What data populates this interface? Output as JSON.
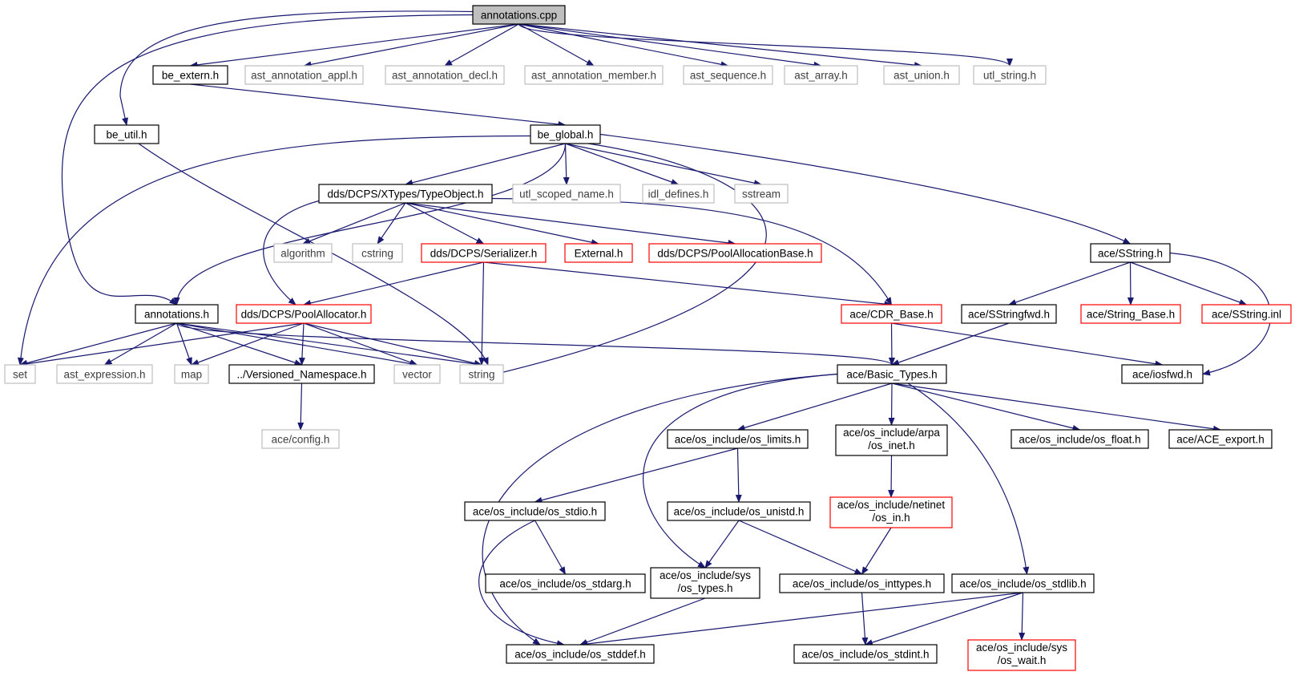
{
  "nodes": [
    {
      "id": "annotations_cpp",
      "lines": [
        "annotations.cpp"
      ],
      "kind": "root"
    },
    {
      "id": "be_extern_h",
      "lines": [
        "be_extern.h"
      ],
      "kind": "normal"
    },
    {
      "id": "ast_annotation_appl_h",
      "lines": [
        "ast_annotation_appl.h"
      ],
      "kind": "gray"
    },
    {
      "id": "ast_annotation_decl_h",
      "lines": [
        "ast_annotation_decl.h"
      ],
      "kind": "gray"
    },
    {
      "id": "ast_annotation_member_h",
      "lines": [
        "ast_annotation_member.h"
      ],
      "kind": "gray"
    },
    {
      "id": "ast_sequence_h",
      "lines": [
        "ast_sequence.h"
      ],
      "kind": "gray"
    },
    {
      "id": "ast_array_h",
      "lines": [
        "ast_array.h"
      ],
      "kind": "gray"
    },
    {
      "id": "ast_union_h",
      "lines": [
        "ast_union.h"
      ],
      "kind": "gray"
    },
    {
      "id": "utl_string_h",
      "lines": [
        "utl_string.h"
      ],
      "kind": "gray"
    },
    {
      "id": "be_util_h",
      "lines": [
        "be_util.h"
      ],
      "kind": "normal"
    },
    {
      "id": "be_global_h",
      "lines": [
        "be_global.h"
      ],
      "kind": "normal"
    },
    {
      "id": "typeobject_h",
      "lines": [
        "dds/DCPS/XTypes/TypeObject.h"
      ],
      "kind": "normal"
    },
    {
      "id": "utl_scoped_name_h",
      "lines": [
        "utl_scoped_name.h"
      ],
      "kind": "gray"
    },
    {
      "id": "idl_defines_h",
      "lines": [
        "idl_defines.h"
      ],
      "kind": "gray"
    },
    {
      "id": "sstream",
      "lines": [
        "sstream"
      ],
      "kind": "gray"
    },
    {
      "id": "algorithm",
      "lines": [
        "algorithm"
      ],
      "kind": "gray"
    },
    {
      "id": "cstring",
      "lines": [
        "cstring"
      ],
      "kind": "gray"
    },
    {
      "id": "serializer_h",
      "lines": [
        "dds/DCPS/Serializer.h"
      ],
      "kind": "red"
    },
    {
      "id": "external_h",
      "lines": [
        "External.h"
      ],
      "kind": "red"
    },
    {
      "id": "poolallocationbase_h",
      "lines": [
        "dds/DCPS/PoolAllocationBase.h"
      ],
      "kind": "red"
    },
    {
      "id": "sstring_h",
      "lines": [
        "ace/SString.h"
      ],
      "kind": "normal"
    },
    {
      "id": "annotations_h",
      "lines": [
        "annotations.h"
      ],
      "kind": "normal"
    },
    {
      "id": "poolallocator_h",
      "lines": [
        "dds/DCPS/PoolAllocator.h"
      ],
      "kind": "red"
    },
    {
      "id": "cdr_base_h",
      "lines": [
        "ace/CDR_Base.h"
      ],
      "kind": "red"
    },
    {
      "id": "sstringfwd_h",
      "lines": [
        "ace/SStringfwd.h"
      ],
      "kind": "normal"
    },
    {
      "id": "string_base_h",
      "lines": [
        "ace/String_Base.h"
      ],
      "kind": "red"
    },
    {
      "id": "sstring_inl",
      "lines": [
        "ace/SString.inl"
      ],
      "kind": "red"
    },
    {
      "id": "set",
      "lines": [
        "set"
      ],
      "kind": "gray"
    },
    {
      "id": "ast_expression_h",
      "lines": [
        "ast_expression.h"
      ],
      "kind": "gray"
    },
    {
      "id": "map",
      "lines": [
        "map"
      ],
      "kind": "gray"
    },
    {
      "id": "versioned_namespace_h",
      "lines": [
        "../Versioned_Namespace.h"
      ],
      "kind": "normal"
    },
    {
      "id": "vector",
      "lines": [
        "vector"
      ],
      "kind": "gray"
    },
    {
      "id": "string",
      "lines": [
        "string"
      ],
      "kind": "gray"
    },
    {
      "id": "basic_types_h",
      "lines": [
        "ace/Basic_Types.h"
      ],
      "kind": "normal"
    },
    {
      "id": "iosfwd_h",
      "lines": [
        "ace/iosfwd.h"
      ],
      "kind": "normal"
    },
    {
      "id": "config_h",
      "lines": [
        "ace/config.h"
      ],
      "kind": "gray"
    },
    {
      "id": "os_limits_h",
      "lines": [
        "ace/os_include/os_limits.h"
      ],
      "kind": "normal"
    },
    {
      "id": "os_inet_h",
      "lines": [
        "ace/os_include/arpa",
        "/os_inet.h"
      ],
      "kind": "normal"
    },
    {
      "id": "os_float_h",
      "lines": [
        "ace/os_include/os_float.h"
      ],
      "kind": "normal"
    },
    {
      "id": "ace_export_h",
      "lines": [
        "ace/ACE_export.h"
      ],
      "kind": "normal"
    },
    {
      "id": "os_stdio_h",
      "lines": [
        "ace/os_include/os_stdio.h"
      ],
      "kind": "normal"
    },
    {
      "id": "os_unistd_h",
      "lines": [
        "ace/os_include/os_unistd.h"
      ],
      "kind": "normal"
    },
    {
      "id": "os_in_h",
      "lines": [
        "ace/os_include/netinet",
        "/os_in.h"
      ],
      "kind": "red"
    },
    {
      "id": "os_stdarg_h",
      "lines": [
        "ace/os_include/os_stdarg.h"
      ],
      "kind": "normal"
    },
    {
      "id": "os_types_h",
      "lines": [
        "ace/os_include/sys",
        "/os_types.h"
      ],
      "kind": "normal"
    },
    {
      "id": "os_inttypes_h",
      "lines": [
        "ace/os_include/os_inttypes.h"
      ],
      "kind": "normal"
    },
    {
      "id": "os_stdlib_h",
      "lines": [
        "ace/os_include/os_stdlib.h"
      ],
      "kind": "normal"
    },
    {
      "id": "os_stddef_h",
      "lines": [
        "ace/os_include/os_stddef.h"
      ],
      "kind": "normal"
    },
    {
      "id": "os_stdint_h",
      "lines": [
        "ace/os_include/os_stdint.h"
      ],
      "kind": "normal"
    },
    {
      "id": "os_wait_h",
      "lines": [
        "ace/os_include/sys",
        "/os_wait.h"
      ],
      "kind": "red"
    }
  ],
  "edges": [
    [
      "annotations_cpp",
      "be_extern_h"
    ],
    [
      "annotations_cpp",
      "ast_annotation_appl_h"
    ],
    [
      "annotations_cpp",
      "ast_annotation_decl_h"
    ],
    [
      "annotations_cpp",
      "ast_annotation_member_h"
    ],
    [
      "annotations_cpp",
      "ast_sequence_h"
    ],
    [
      "annotations_cpp",
      "ast_array_h"
    ],
    [
      "annotations_cpp",
      "ast_union_h"
    ],
    [
      "annotations_cpp",
      "utl_string_h"
    ],
    [
      "annotations_cpp",
      "be_util_h"
    ],
    [
      "annotations_cpp",
      "annotations_h"
    ],
    [
      "be_extern_h",
      "be_global_h"
    ],
    [
      "be_util_h",
      "string"
    ],
    [
      "be_global_h",
      "typeobject_h"
    ],
    [
      "be_global_h",
      "utl_scoped_name_h"
    ],
    [
      "be_global_h",
      "idl_defines_h"
    ],
    [
      "be_global_h",
      "sstream"
    ],
    [
      "be_global_h",
      "sstring_h"
    ],
    [
      "be_global_h",
      "annotations_h"
    ],
    [
      "be_global_h",
      "set"
    ],
    [
      "be_global_h",
      "string"
    ],
    [
      "typeobject_h",
      "algorithm"
    ],
    [
      "typeobject_h",
      "cstring"
    ],
    [
      "typeobject_h",
      "serializer_h"
    ],
    [
      "typeobject_h",
      "external_h"
    ],
    [
      "typeobject_h",
      "poolallocationbase_h"
    ],
    [
      "typeobject_h",
      "cdr_base_h"
    ],
    [
      "typeobject_h",
      "poolallocator_h"
    ],
    [
      "serializer_h",
      "poolallocator_h"
    ],
    [
      "serializer_h",
      "cdr_base_h"
    ],
    [
      "serializer_h",
      "string"
    ],
    [
      "sstring_h",
      "sstringfwd_h"
    ],
    [
      "sstring_h",
      "string_base_h"
    ],
    [
      "sstring_h",
      "sstring_inl"
    ],
    [
      "sstring_h",
      "iosfwd_h"
    ],
    [
      "annotations_h",
      "set"
    ],
    [
      "annotations_h",
      "ast_expression_h"
    ],
    [
      "annotations_h",
      "map"
    ],
    [
      "annotations_h",
      "versioned_namespace_h"
    ],
    [
      "annotations_h",
      "vector"
    ],
    [
      "annotations_h",
      "string"
    ],
    [
      "annotations_h",
      "basic_types_h"
    ],
    [
      "poolallocator_h",
      "set"
    ],
    [
      "poolallocator_h",
      "map"
    ],
    [
      "poolallocator_h",
      "versioned_namespace_h"
    ],
    [
      "poolallocator_h",
      "vector"
    ],
    [
      "poolallocator_h",
      "string"
    ],
    [
      "cdr_base_h",
      "basic_types_h"
    ],
    [
      "cdr_base_h",
      "iosfwd_h"
    ],
    [
      "sstringfwd_h",
      "basic_types_h"
    ],
    [
      "versioned_namespace_h",
      "config_h"
    ],
    [
      "basic_types_h",
      "os_limits_h"
    ],
    [
      "basic_types_h",
      "os_inet_h"
    ],
    [
      "basic_types_h",
      "os_float_h"
    ],
    [
      "basic_types_h",
      "ace_export_h"
    ],
    [
      "basic_types_h",
      "os_types_h"
    ],
    [
      "basic_types_h",
      "os_stdlib_h"
    ],
    [
      "basic_types_h",
      "os_stddef_h"
    ],
    [
      "os_limits_h",
      "os_stdio_h"
    ],
    [
      "os_limits_h",
      "os_unistd_h"
    ],
    [
      "os_inet_h",
      "os_in_h"
    ],
    [
      "os_stdio_h",
      "os_stdarg_h"
    ],
    [
      "os_stdio_h",
      "os_stddef_h"
    ],
    [
      "os_unistd_h",
      "os_types_h"
    ],
    [
      "os_unistd_h",
      "os_inttypes_h"
    ],
    [
      "os_in_h",
      "os_inttypes_h"
    ],
    [
      "os_types_h",
      "os_stddef_h"
    ],
    [
      "os_inttypes_h",
      "os_stdint_h"
    ],
    [
      "os_stdlib_h",
      "os_stddef_h"
    ],
    [
      "os_stdlib_h",
      "os_stdint_h"
    ],
    [
      "os_stdlib_h",
      "os_wait_h"
    ]
  ],
  "style": {
    "edge_color": "#191970",
    "normal_border": "#000000",
    "gray_border": "#bfbfbf",
    "red_border": "#ff0000",
    "root_fill": "#bfbfbf",
    "text_color": "#000000",
    "gray_text": "#404040"
  }
}
